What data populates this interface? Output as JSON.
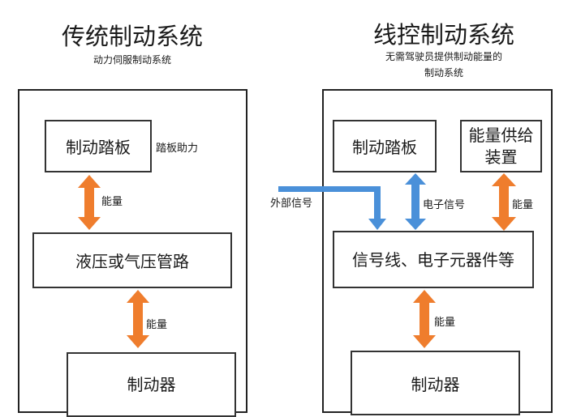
{
  "colors": {
    "energy": "#ef7d2d",
    "signal": "#4a90d9"
  },
  "left": {
    "title": "传统制动系统",
    "subtitle": "动力伺服制动系统",
    "pedal": "制动踏板",
    "pedal_assist": "踏板助力",
    "energy1": "能量",
    "pipeline": "液压或气压管路",
    "energy2": "能量",
    "brake": "制动器"
  },
  "right": {
    "title": "线控制动系统",
    "subtitle1": "无需驾驶员提供制动能量的",
    "subtitle2": "制动系统",
    "pedal": "制动踏板",
    "supply": "能量供给装置",
    "external": "外部信号",
    "esignal": "电子信号",
    "energy1": "能量",
    "electronics": "信号线、电子元器件等",
    "energy2": "能量",
    "brake": "制动器"
  }
}
